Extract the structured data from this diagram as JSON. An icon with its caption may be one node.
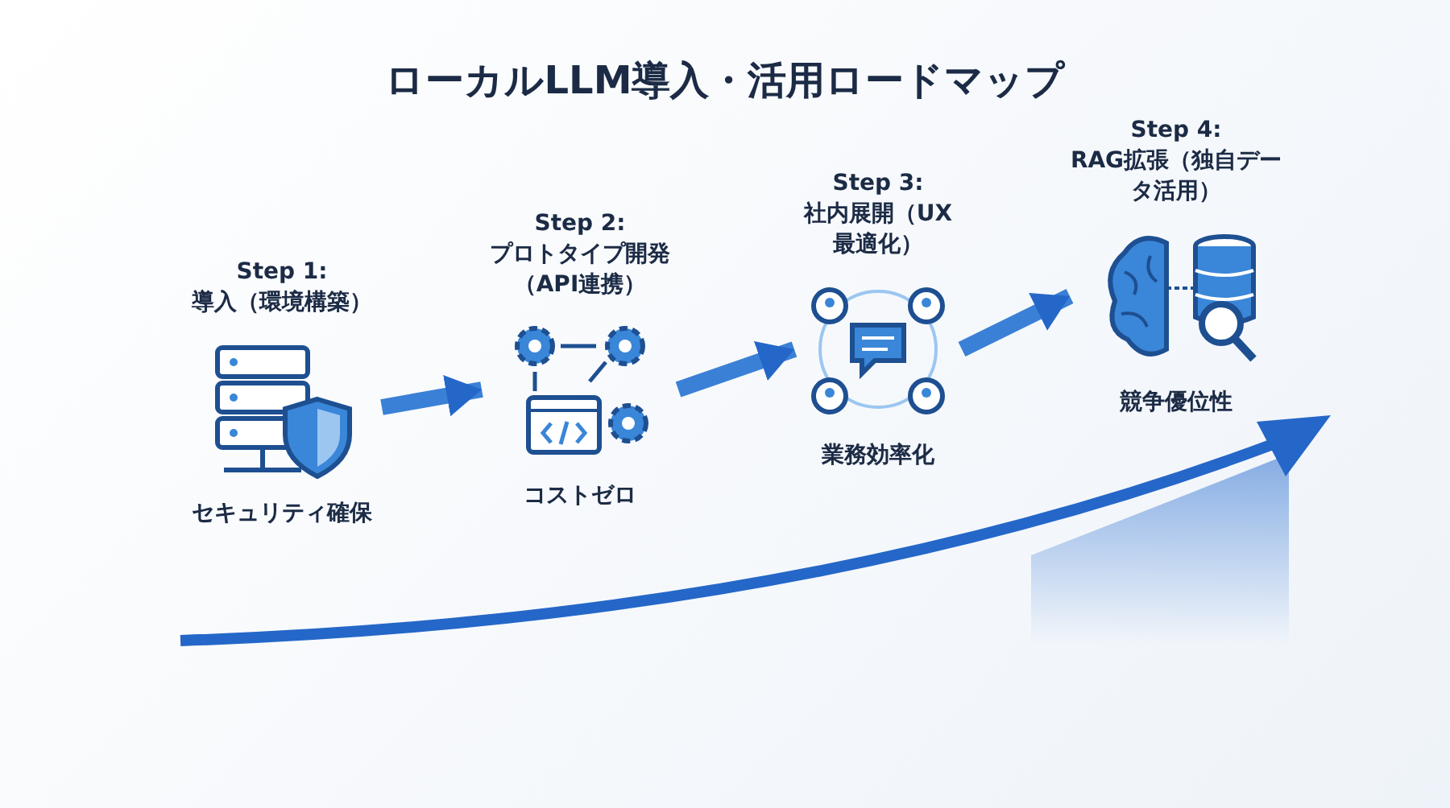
{
  "diagram": {
    "title": "ローカルLLM導入・活用ロードマップ",
    "nodes": [
      {
        "text": [
          "Step 1:",
          "導入（環境構築）"
        ],
        "beside": [
          "セキュリティ確保"
        ]
      },
      {
        "text": [
          "Step 2:",
          "プロトタイプ開発（API連携）"
        ],
        "beside": [
          "コストゼロ"
        ]
      },
      {
        "text": [
          "Step 3:",
          "社内展開（UX最適化）"
        ],
        "beside": [
          "業務効率化"
        ]
      },
      {
        "text": [
          "Step 4:",
          "RAG拡張（独自データ活用）"
        ],
        "beside": [
          "競争優位性"
        ]
      }
    ],
    "edges": [
      {
        "from": 0,
        "to": 1,
        "arrow": "to"
      },
      {
        "from": 1,
        "to": 2,
        "arrow": "to"
      },
      {
        "from": 2,
        "to": 3,
        "arrow": "to"
      }
    ]
  }
}
